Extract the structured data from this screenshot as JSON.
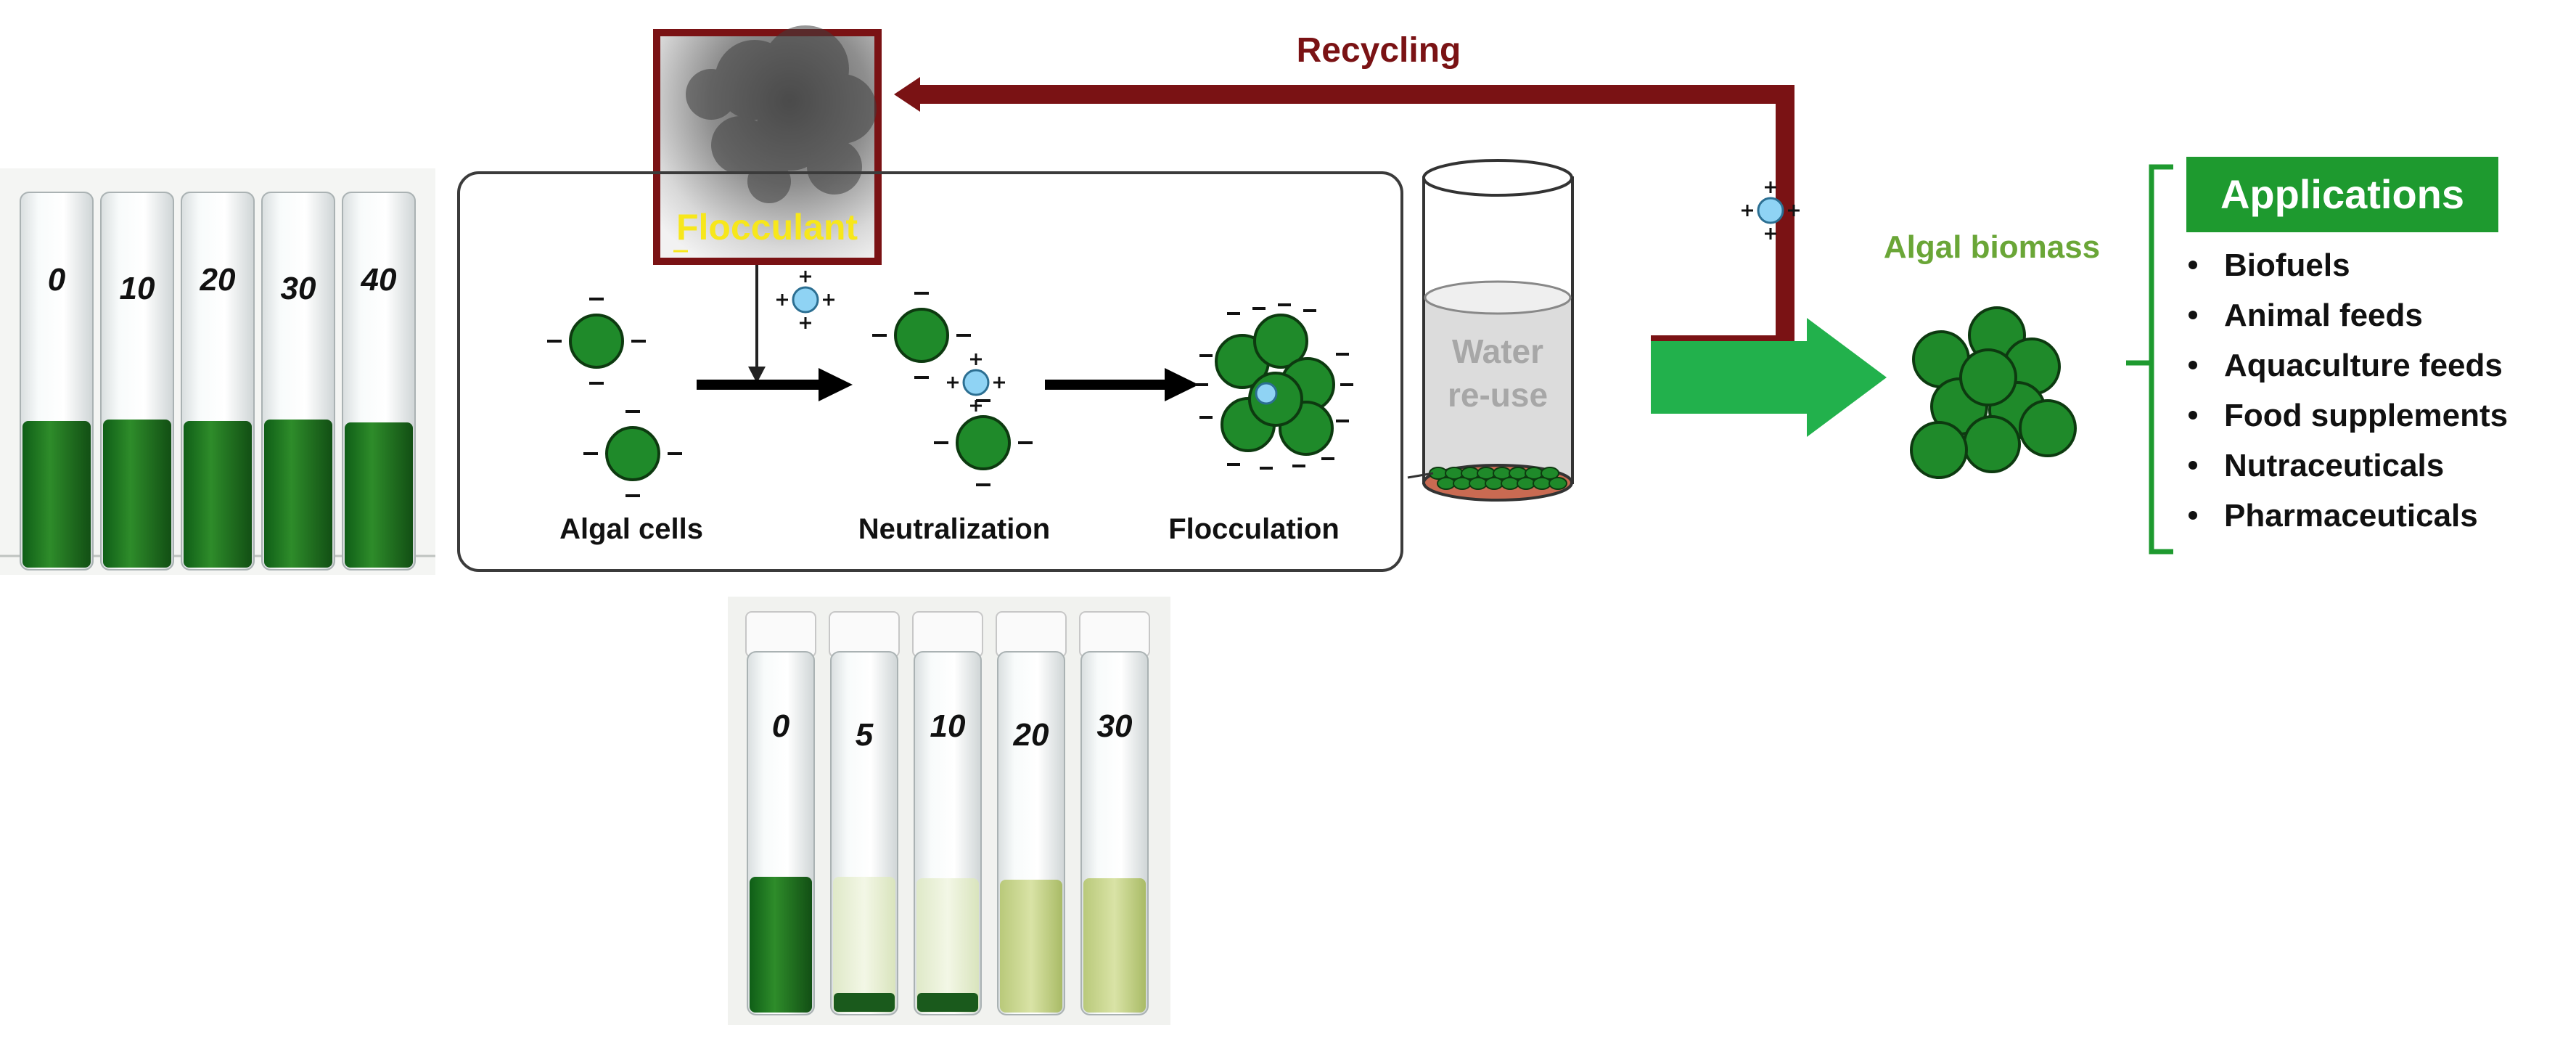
{
  "labels": {
    "flocculant": "Flocculant",
    "recycling": "Recycling",
    "algal_cells": "Algal cells",
    "neutralization": "Neutralization",
    "flocculation": "Flocculation",
    "water_line1": "Water",
    "water_line2": "re-use",
    "algal_biomass": "Algal biomass",
    "applications_title": "Applications"
  },
  "applications": [
    "Biofuels",
    "Animal feeds",
    "Aquaculture feeds",
    "Food supplements",
    "Nutraceuticals",
    "Pharmaceuticals"
  ],
  "tube_sets": {
    "before_labels": [
      "0",
      "10",
      "20",
      "30",
      "40"
    ],
    "after_labels": [
      "0",
      "5",
      "10",
      "20",
      "30"
    ]
  },
  "colors": {
    "algae_green": "#1f8a2a",
    "algae_dark": "#0d5a14",
    "recycle_red": "#7a1214",
    "arrow_green": "#22b14c",
    "title_green": "#1e9a2f",
    "label_green": "#6aa637",
    "cation_blue": "#8fd3f4"
  }
}
